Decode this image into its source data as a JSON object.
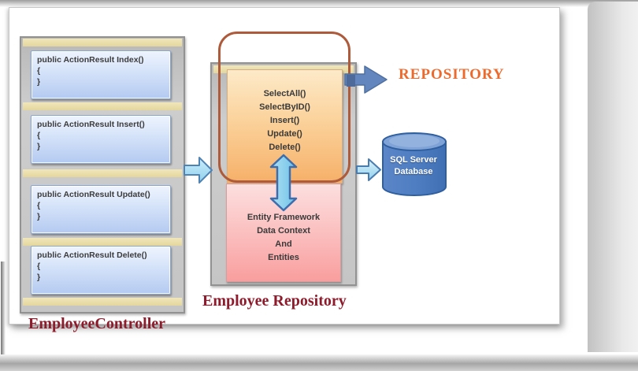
{
  "diagram": {
    "controller": {
      "title": "EmployeeController",
      "methods": [
        {
          "lines": [
            "public ActionResult Index()",
            "{",
            "}"
          ]
        },
        {
          "lines": [
            "public ActionResult Insert()",
            "{",
            "}"
          ]
        },
        {
          "lines": [
            "public ActionResult Update()",
            "{",
            "}"
          ]
        },
        {
          "lines": [
            "public ActionResult Delete()",
            "{",
            "}"
          ]
        }
      ]
    },
    "repository": {
      "title": "Employee Repository",
      "callout": "REPOSITORY",
      "interface_methods": [
        "SelectAll()",
        "SelectByID()",
        "Insert()",
        "Update()",
        "Delete()"
      ],
      "ef_box": {
        "lines": [
          "Entity Framework",
          "Data Context",
          "And",
          "Entities"
        ]
      }
    },
    "database": {
      "lines": [
        "SQL Server",
        "Database"
      ]
    },
    "colors": {
      "maroon_label": "#8e1b2b",
      "repository_callout_orange": "#ed6a2d",
      "container_gray": "#c5c5c5",
      "divider_band_cream": "#e9dca6",
      "code_box_blue": "#c7d9f6",
      "interface_box_orange": "#f9c285",
      "ef_box_pink": "#fab4b4",
      "rounded_outline_brown": "#ad5b3a",
      "arrow_light_blue": "#a5d9ef",
      "arrow_dark_blue": "#6286bd",
      "database_cylinder_blue": "#4e7dc1"
    }
  }
}
